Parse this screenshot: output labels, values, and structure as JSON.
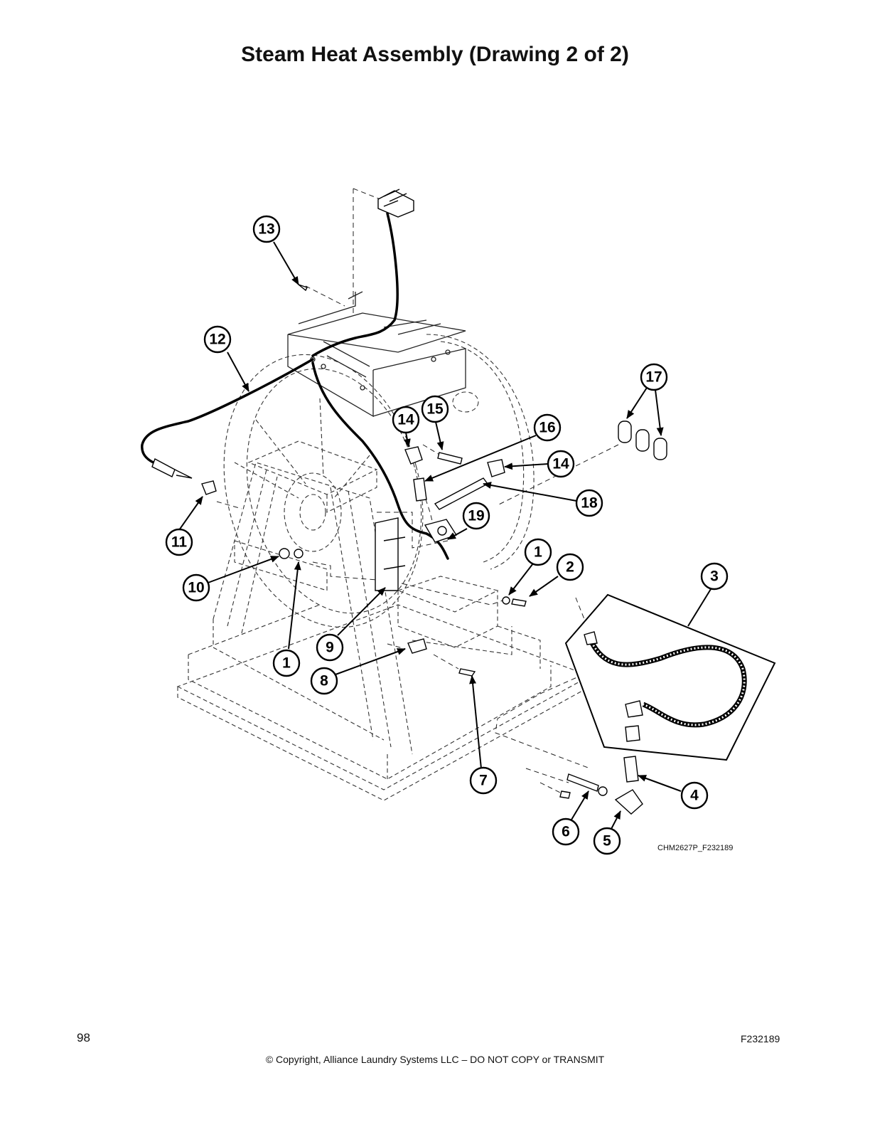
{
  "page": {
    "title": "Steam Heat Assembly (Drawing 2 of 2)",
    "drawing_code": "CHM2627P_F232189",
    "page_number": "98",
    "copyright": "© Copyright, Alliance Laundry Systems LLC – DO NOT COPY or TRANSMIT",
    "doc_code": "F232189"
  },
  "callouts": [
    {
      "id": "c13",
      "label": "13"
    },
    {
      "id": "c12",
      "label": "12"
    },
    {
      "id": "c17",
      "label": "17"
    },
    {
      "id": "c14a",
      "label": "14"
    },
    {
      "id": "c15",
      "label": "15"
    },
    {
      "id": "c16",
      "label": "16"
    },
    {
      "id": "c14b",
      "label": "14"
    },
    {
      "id": "c18",
      "label": "18"
    },
    {
      "id": "c19",
      "label": "19"
    },
    {
      "id": "c11",
      "label": "11"
    },
    {
      "id": "c1a",
      "label": "1"
    },
    {
      "id": "c2",
      "label": "2"
    },
    {
      "id": "c3",
      "label": "3"
    },
    {
      "id": "c10",
      "label": "10"
    },
    {
      "id": "c9",
      "label": "9"
    },
    {
      "id": "c1b",
      "label": "1"
    },
    {
      "id": "c8",
      "label": "8"
    },
    {
      "id": "c7",
      "label": "7"
    },
    {
      "id": "c4",
      "label": "4"
    },
    {
      "id": "c6",
      "label": "6"
    },
    {
      "id": "c5",
      "label": "5"
    }
  ]
}
